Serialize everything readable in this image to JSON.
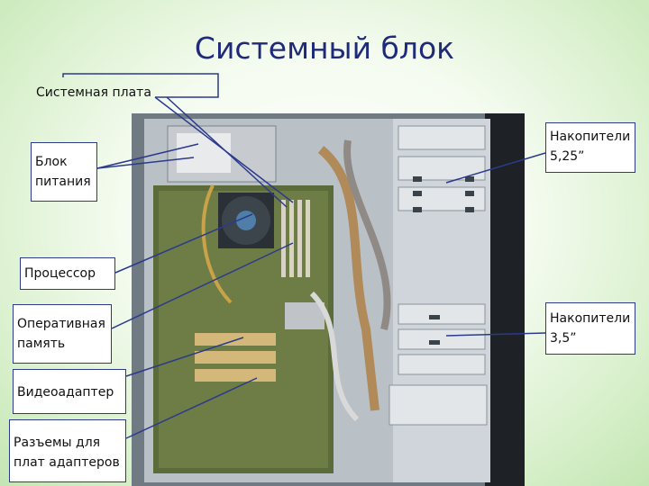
{
  "title": "Системный блок",
  "labels": {
    "motherboard": "Системная плата",
    "power_supply": "Блок\nпитания",
    "drives_525": "Накопители\n5,25”",
    "processor": "Процессор",
    "ram": "Оперативная\nпамять",
    "drives_35": "Накопители\n3,5”",
    "video_adapter": "Видеоадаптер",
    "adapter_slots": "Разъемы для\nплат адаптеров"
  },
  "colors": {
    "title": "#1f2a7a",
    "leader": "#2b3a8c"
  }
}
